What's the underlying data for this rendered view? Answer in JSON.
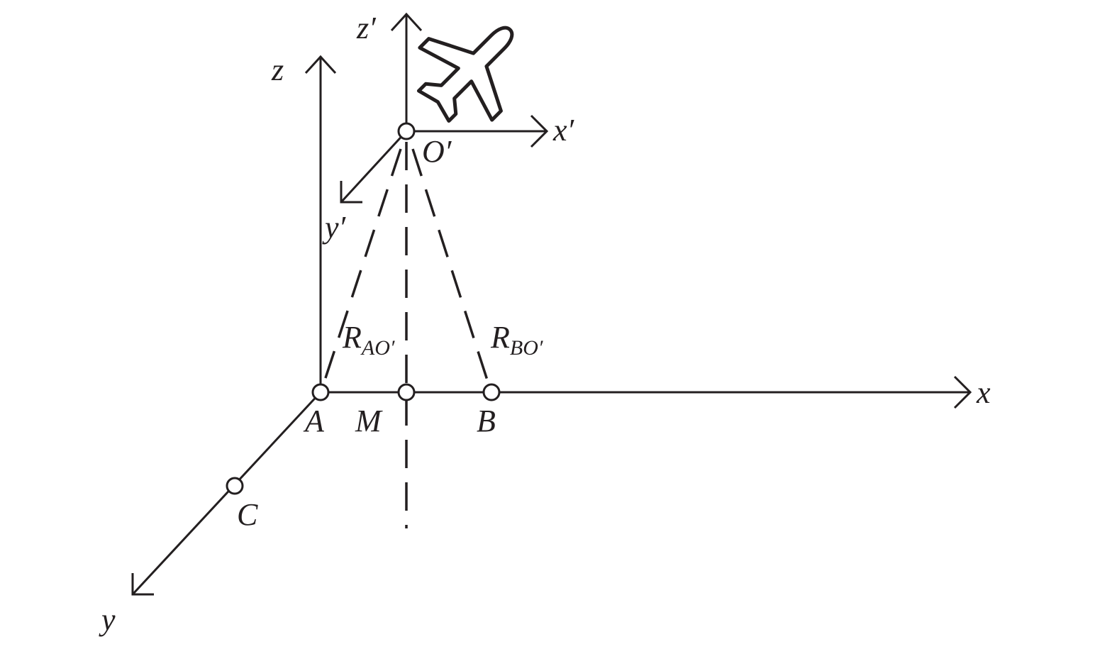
{
  "labels": {
    "z_prime": "z′",
    "x_prime": "x′",
    "y_prime": "y′",
    "o_prime": "O′",
    "z": "z",
    "x": "x",
    "y": "y",
    "a": "A",
    "m": "M",
    "b": "B",
    "c": "C",
    "r_ao_main": "R",
    "r_ao_sub": "AO′",
    "r_bo_main": "R",
    "r_bo_sub": "BO′"
  },
  "icons": {
    "aircraft": "airplane-icon"
  }
}
